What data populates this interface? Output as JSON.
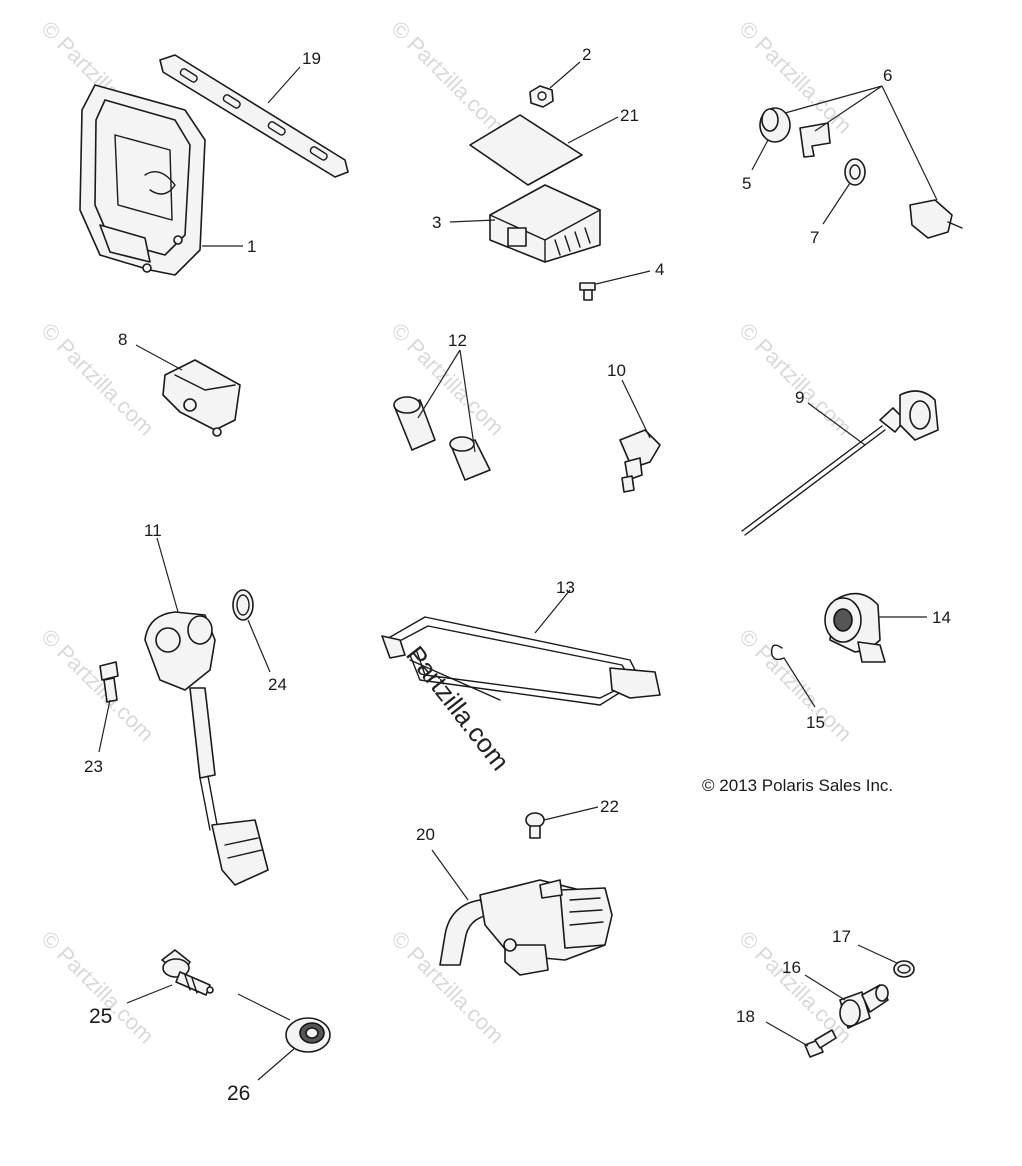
{
  "watermark_text": "© Partzilla.com",
  "center_watermark": "Partzilla.com",
  "copyright": "© 2013 Polaris Sales Inc.",
  "callouts": {
    "c1": "1",
    "c2": "2",
    "c3": "3",
    "c4": "4",
    "c5": "5",
    "c6": "6",
    "c7": "7",
    "c8": "8",
    "c9": "9",
    "c10": "10",
    "c11": "11",
    "c12": "12",
    "c13": "13",
    "c14": "14",
    "c15": "15",
    "c16": "16",
    "c17": "17",
    "c18": "18",
    "c19": "19",
    "c20": "20",
    "c21": "21",
    "c22": "22",
    "c23": "23",
    "c24": "24",
    "c25": "25",
    "c26": "26"
  }
}
